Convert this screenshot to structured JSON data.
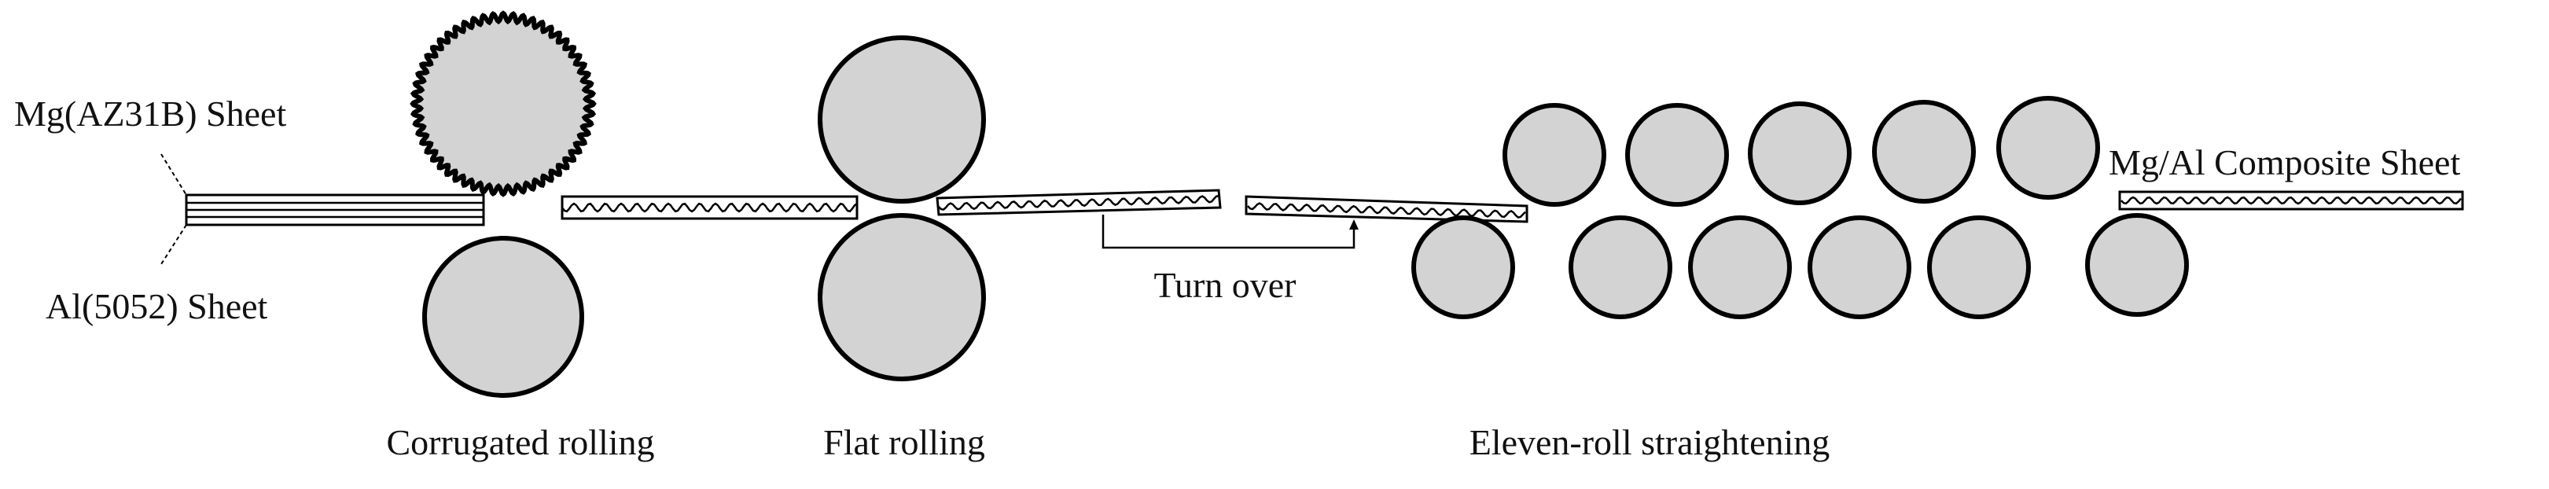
{
  "labels": {
    "mg_sheet": "Mg(AZ31B) Sheet",
    "al_sheet": "Al(5052) Sheet",
    "corrugated_rolling": "Corrugated rolling",
    "flat_rolling": "Flat rolling",
    "turn_over": "Turn over",
    "eleven_roll_straightening": "Eleven-roll straightening",
    "composite_sheet": "Mg/Al Composite Sheet"
  },
  "colors": {
    "roll_fill": "#d3d3d3",
    "outline": "#000000"
  }
}
